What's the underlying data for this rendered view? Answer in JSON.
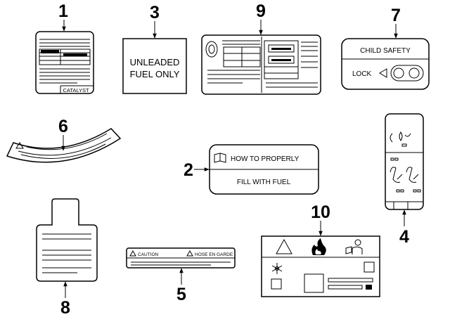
{
  "diagram": {
    "callouts": [
      "1",
      "2",
      "3",
      "4",
      "5",
      "6",
      "7",
      "8",
      "9",
      "10"
    ],
    "label_1": {
      "text": "CATALYST"
    },
    "label_2": {
      "line1": "HOW  TO  PROPERLY",
      "line2": "FILL  WITH  FUEL",
      "icon": "book-icon"
    },
    "label_3": {
      "line1": "UNLEADED",
      "line2": "FUEL ONLY"
    },
    "label_5": {
      "left": "CAUTION",
      "right": "HOSE EN GARDE",
      "icon": "warning-triangle-icon"
    },
    "label_7": {
      "line1": "CHILD  SAFETY",
      "line2": "LOCK"
    },
    "label_10": {
      "icons": [
        "warning-triangle-icon",
        "flame-icon",
        "person-reading-manual-icon",
        "snowflake-icon"
      ]
    }
  }
}
